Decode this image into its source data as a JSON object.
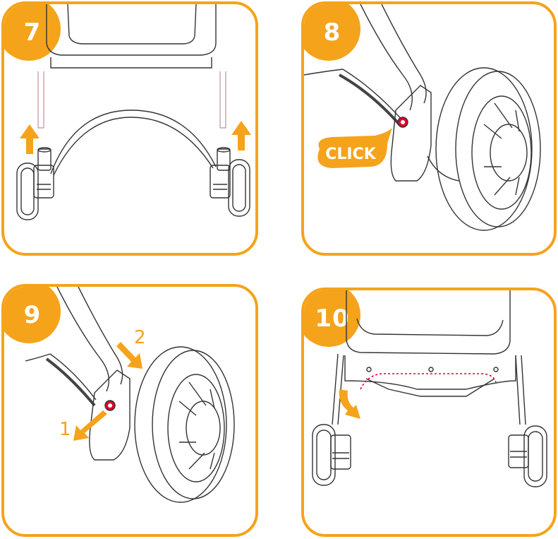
{
  "steps": [
    {
      "number": "7"
    },
    {
      "number": "8",
      "callout": "CLICK"
    },
    {
      "number": "9",
      "arrow_labels": [
        "1",
        "2"
      ]
    },
    {
      "number": "10"
    }
  ],
  "colors": {
    "accent": "#f5a31a",
    "line": "#333333",
    "indicator": "#e4002b"
  },
  "icons": [
    "up-arrow-icon",
    "click-callout-icon",
    "press-arrow-icon",
    "curved-arrow-icon"
  ]
}
